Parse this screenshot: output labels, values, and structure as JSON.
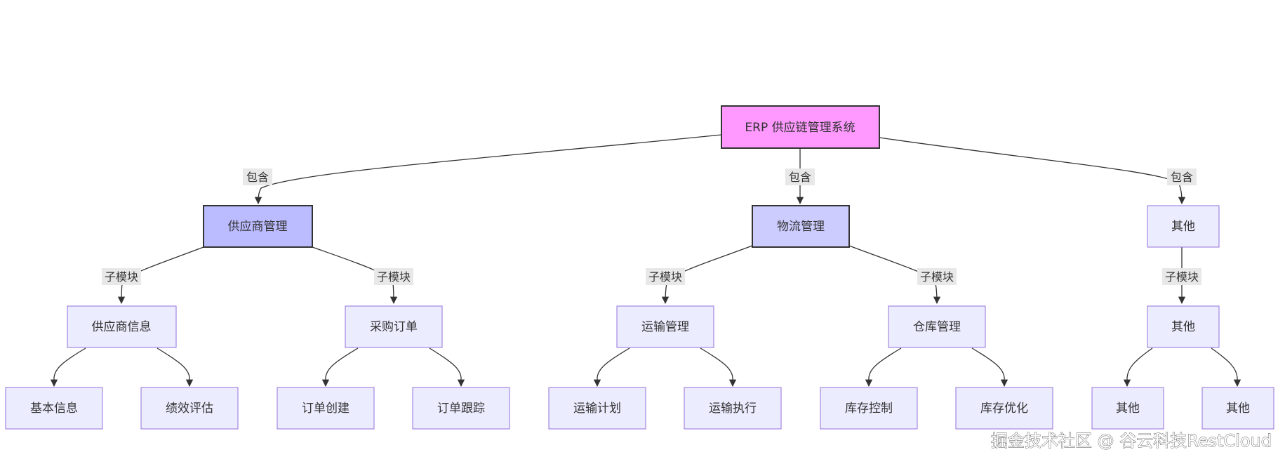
{
  "diagram": {
    "nodes": {
      "root": "ERP 供应链管理系统",
      "supplier_mgmt": "供应商管理",
      "logistics_mgmt": "物流管理",
      "other_l1": "其他",
      "supplier_info": "供应商信息",
      "purchase_order": "采购订单",
      "transport_mgmt": "运输管理",
      "warehouse_mgmt": "仓库管理",
      "other_l2": "其他",
      "basic_info": "基本信息",
      "performance_eval": "绩效评估",
      "order_create": "订单创建",
      "order_track": "订单跟踪",
      "transport_plan": "运输计划",
      "transport_exec": "运输执行",
      "inventory_control": "库存控制",
      "inventory_optimize": "库存优化",
      "other_l3a": "其他",
      "other_l3b": "其他"
    },
    "edge_labels": {
      "contains": "包含",
      "submodule": "子模块"
    }
  },
  "colors": {
    "root_fill": "#ff99ff",
    "level1_fill_a": "#bbbbff",
    "level1_fill_b": "#ccccff",
    "node_fill": "#ececff",
    "node_stroke": "#9370db",
    "dark_stroke": "#333333",
    "label_bg": "#e8e8e8"
  },
  "watermark": "掘金技术社区 @ 谷云科技RestCloud"
}
